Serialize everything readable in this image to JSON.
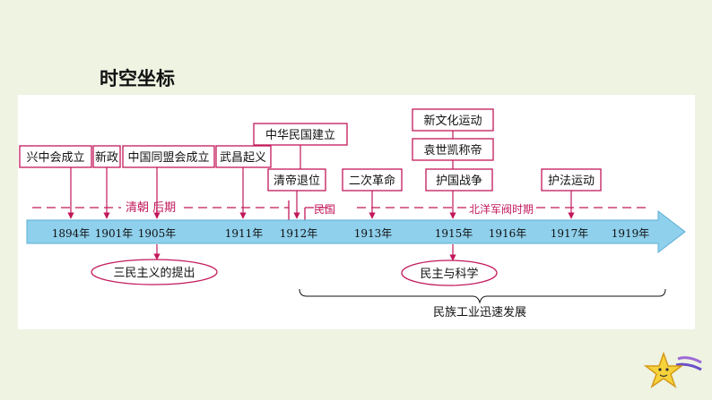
{
  "title": "时空坐标",
  "events_top": [
    {
      "id": "xingzhonghui",
      "label": "兴中会成立"
    },
    {
      "id": "xinzheng",
      "label": "新政"
    },
    {
      "id": "tongmenghui",
      "label": "中国同盟会成立"
    },
    {
      "id": "wuchang",
      "label": "武昌起义"
    },
    {
      "id": "zhonghuaminguo",
      "label": "中华民国建立"
    },
    {
      "id": "qingdi",
      "label": "清帝退位"
    },
    {
      "id": "erci",
      "label": "二次革命"
    },
    {
      "id": "xinwenhua",
      "label": "新文化运动"
    },
    {
      "id": "yuanshikai",
      "label": "袁世凯称帝"
    },
    {
      "id": "huguo",
      "label": "护国战争"
    },
    {
      "id": "hufa",
      "label": "护法运动"
    }
  ],
  "periods": {
    "late_qing": "清朝 后期",
    "minguo": "民国",
    "beiyang": "北洋军阀时期"
  },
  "years": [
    "1894年",
    "1901年",
    "1905年",
    "1911年",
    "1912年",
    "1913年",
    "1915年",
    "1916年",
    "1917年",
    "1919年"
  ],
  "events_bottom": [
    {
      "id": "sanmin",
      "label": "三民主义的提出"
    },
    {
      "id": "minzhu",
      "label": "民主与科学"
    }
  ],
  "brace_label": "民族工业迅速发展",
  "colors": {
    "accent": "#c2185b",
    "arrow": "#8fd0ec",
    "arrow_stroke": "#5aaed6",
    "box_fill": "#ffffff"
  }
}
